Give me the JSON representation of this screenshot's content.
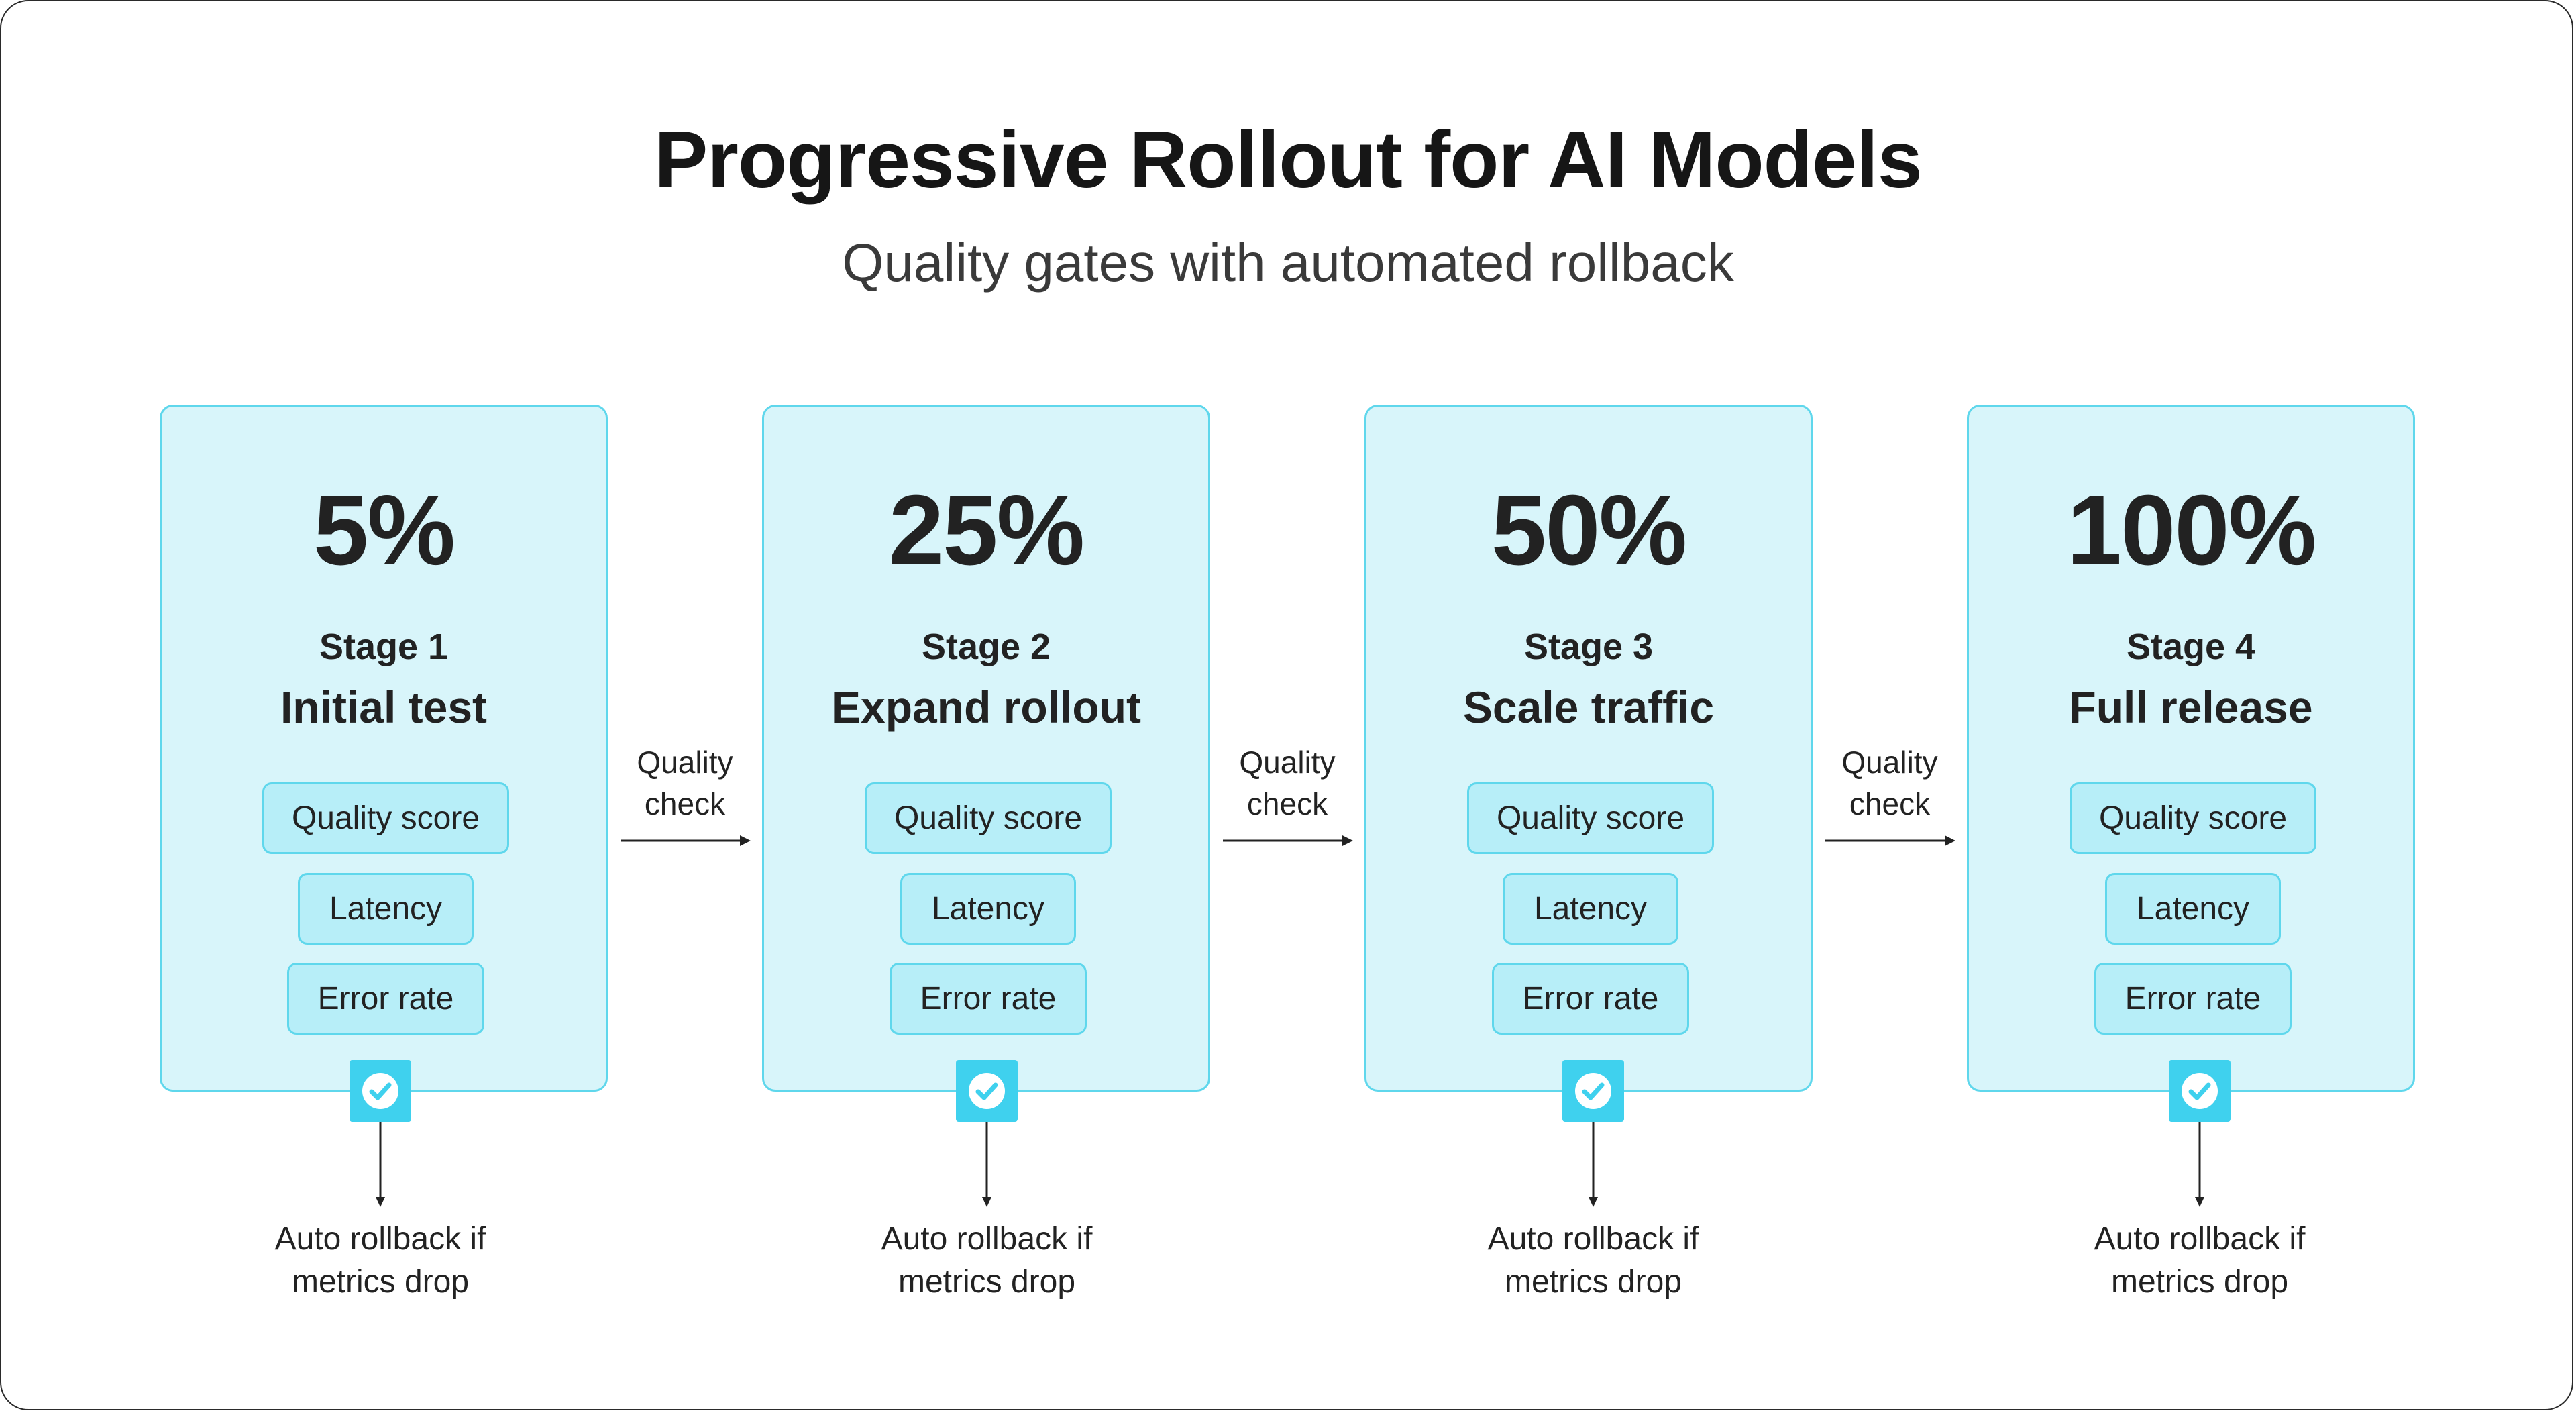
{
  "title": "Progressive Rollout for AI Models",
  "subtitle": "Quality gates with automated rollback",
  "colors": {
    "card_fill": "#d8f5fa",
    "card_border": "#5fd7ec",
    "pill_fill": "#b7eef8",
    "check_badge": "#3fd1ee",
    "text": "#222222"
  },
  "stages": [
    {
      "percent": "5%",
      "stage_label": "Stage 1",
      "name": "Initial test",
      "metrics": [
        "Quality score",
        "Latency",
        "Error rate"
      ],
      "gate_icon": "check-icon",
      "rollback_line1": "Auto rollback if",
      "rollback_line2": "metrics drop"
    },
    {
      "percent": "25%",
      "stage_label": "Stage 2",
      "name": "Expand rollout",
      "metrics": [
        "Quality score",
        "Latency",
        "Error rate"
      ],
      "gate_icon": "check-icon",
      "rollback_line1": "Auto rollback if",
      "rollback_line2": "metrics drop"
    },
    {
      "percent": "50%",
      "stage_label": "Stage 3",
      "name": "Scale traffic",
      "metrics": [
        "Quality score",
        "Latency",
        "Error rate"
      ],
      "gate_icon": "check-icon",
      "rollback_line1": "Auto rollback if",
      "rollback_line2": "metrics drop"
    },
    {
      "percent": "100%",
      "stage_label": "Stage 4",
      "name": "Full release",
      "metrics": [
        "Quality score",
        "Latency",
        "Error rate"
      ],
      "gate_icon": "check-icon",
      "rollback_line1": "Auto rollback if",
      "rollback_line2": "metrics drop"
    }
  ],
  "transitions": [
    {
      "line1": "Quality",
      "line2": "check"
    },
    {
      "line1": "Quality",
      "line2": "check"
    },
    {
      "line1": "Quality",
      "line2": "check"
    }
  ]
}
